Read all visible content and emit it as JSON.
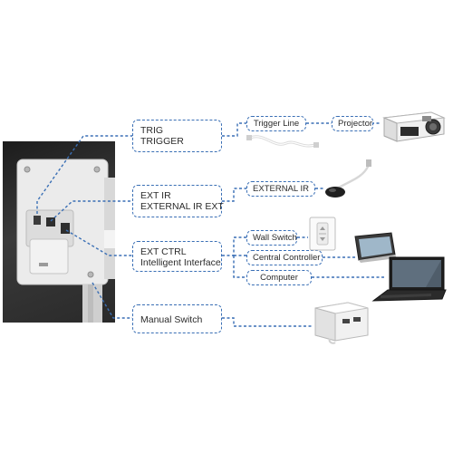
{
  "ports": {
    "trig": {
      "line1": "TRIG",
      "line2": "TRIGGER"
    },
    "ext_ir": {
      "line1": "EXT IR",
      "line2": "EXTERNAL  IR EXT"
    },
    "ext_ctrl": {
      "line1": "EXT CTRL",
      "line2": "Intelligent Interface"
    },
    "manual": {
      "line1": "Manual Switch"
    }
  },
  "targets": {
    "trigger_line": "Trigger Line",
    "projector": "Projector",
    "external_ir": "EXTERNAL IR",
    "wall_switch": "Wall Switch",
    "central_controller": "Central Controller",
    "computer": "Computer"
  },
  "colors": {
    "connector": "#3a6fb5",
    "box_text": "#2b2b2b",
    "housing": "#e9e9e9",
    "background": "#ffffff"
  },
  "icons": {
    "screen_housing": "motorized-screen-housing",
    "projector": "projector-icon",
    "trigger_cable": "cable-icon",
    "ir_receiver": "ir-receiver-icon",
    "wall_switch": "wall-switch-icon",
    "controller": "touch-panel-icon",
    "computer": "laptop-icon",
    "manual_switch": "switch-box-icon"
  }
}
